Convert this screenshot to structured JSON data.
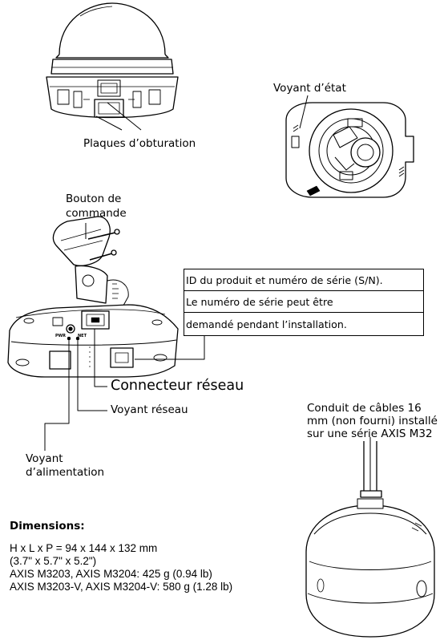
{
  "labels": {
    "blanking_plates": "Plaques d’obturation",
    "status_led": "Voyant d’état",
    "control_button_line1": "Bouton de",
    "control_button_line2": "commande",
    "network_connector": "Connecteur réseau",
    "network_led": "Voyant réseau",
    "power_led_line1": "Voyant",
    "power_led_line2": "d’alimentation",
    "conduit_line1": "Conduit de câbles 16",
    "conduit_line2": "mm (non fourni) installé",
    "conduit_line3": "sur une série AXIS M32"
  },
  "serial_box": {
    "line1": "ID du produit et numéro de série (S/N).",
    "line2": "Le numéro de série peut être",
    "line3": "demandé pendant l’installation."
  },
  "connector_marks": {
    "pwr": "PWR",
    "net": "NET"
  },
  "dimensions": {
    "heading": "Dimensions:",
    "lines": [
      "H x L x P = 94 x 144 x 132 mm",
      "(3.7\" x 5.7\" x 5.2\")",
      "AXIS M3203, AXIS M3204: 425 g (0.94 lb)",
      "AXIS M3203-V, AXIS M3204-V: 580 g (1.28 lb)"
    ]
  }
}
